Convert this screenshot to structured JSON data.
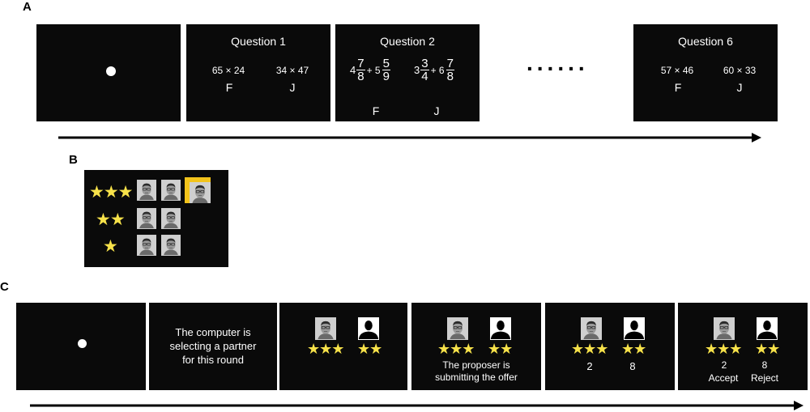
{
  "labels": {
    "a": "A",
    "b": "B",
    "c": "C"
  },
  "colors": {
    "screen": "#0a0a0a",
    "star": "#f7e24a",
    "highlight": "#f2c31b",
    "text": "#ffffff"
  },
  "panel_a": {
    "q1": {
      "title": "Question 1",
      "left_expr": "65 × 24",
      "right_expr": "34 × 47",
      "key_left": "F",
      "key_right": "J"
    },
    "q2": {
      "title": "Question 2",
      "left": {
        "whole1": "4",
        "n1": "7",
        "d1": "8",
        "op": "+ 5",
        "n2": "5",
        "d2": "9"
      },
      "right": {
        "whole1": "3",
        "n1": "3",
        "d1": "4",
        "op": "+ 6",
        "n2": "7",
        "d2": "8"
      },
      "key_left": "F",
      "key_right": "J"
    },
    "ellipsis": "......",
    "q6": {
      "title": "Question 6",
      "left_expr": "57 × 46",
      "right_expr": "60 × 33",
      "key_left": "F",
      "key_right": "J"
    }
  },
  "panel_b": {
    "rows": [
      {
        "stars": "★★★",
        "faces": 3,
        "highlighted_index": 2
      },
      {
        "stars": "★★",
        "faces": 2
      },
      {
        "stars": "★",
        "faces": 2
      }
    ]
  },
  "panel_c": {
    "s2_text_line1": "The computer is",
    "s2_text_line2": "selecting a partner",
    "s2_text_line3": "for this round",
    "self_stars": "★★★",
    "partner_stars": "★★",
    "s4_line1": "The proposer is",
    "s4_line2": "submitting the offer",
    "s5_self_value": "2",
    "s5_partner_value": "8",
    "s6_self_value": "2",
    "s6_partner_value": "8",
    "accept_label": "Accept",
    "reject_label": "Reject"
  }
}
